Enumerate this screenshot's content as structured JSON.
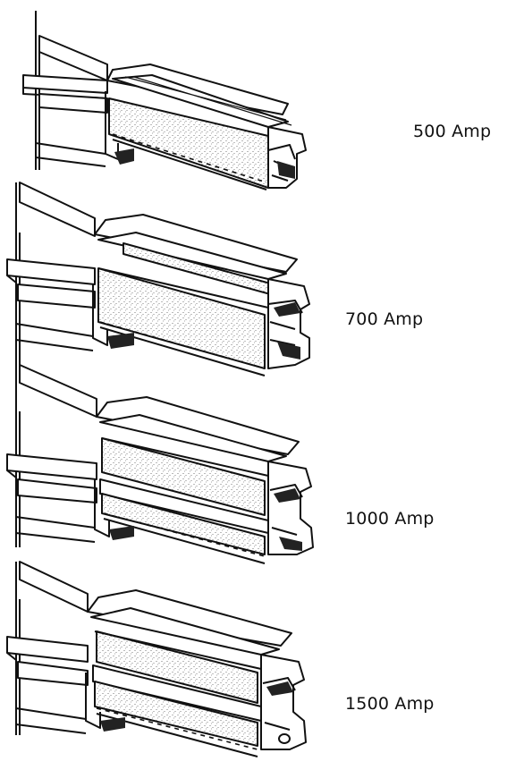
{
  "figure": {
    "items": [
      {
        "label": "500 Amp",
        "levels": 1
      },
      {
        "label": "700 Amp",
        "levels": 2
      },
      {
        "label": "1000 Amp",
        "levels": 2
      },
      {
        "label": "1500 Amp",
        "levels": 2
      }
    ]
  },
  "colors": {
    "line": "#111111",
    "background": "#ffffff",
    "fill": "#ffffff"
  }
}
